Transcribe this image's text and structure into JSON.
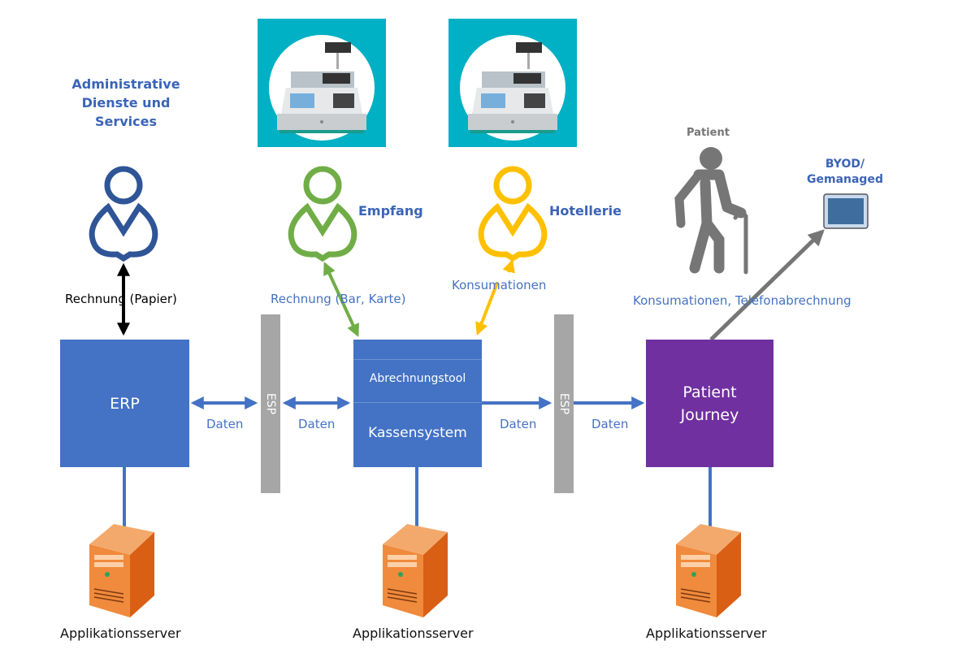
{
  "roles": {
    "admin": {
      "title_lines": [
        "Administrative",
        "Dienste und",
        "Services"
      ],
      "color": "#2f5597"
    },
    "empfang": {
      "title": "Empfang",
      "color": "#70ad47"
    },
    "hotellerie": {
      "title": "Hotellerie",
      "color": "#ffc000"
    },
    "patient": {
      "title": "Patient",
      "color": "#767676"
    },
    "byod": {
      "title_lines": [
        "BYOD/",
        "Gemanaged"
      ]
    }
  },
  "flows": {
    "admin_erp": "Rechnung (Papier)",
    "empfang_kasse": "Rechnung (Bar, Karte)",
    "hotellerie_kasse": "Konsumationen",
    "journey_byod": "Konsumationen, Telefonabrechnung",
    "erp_esp1": "Daten",
    "esp1_kasse": "Daten",
    "kasse_esp2": "Daten",
    "esp2_journey": "Daten"
  },
  "systems": {
    "erp": {
      "label": "ERP",
      "color": "#4472c4"
    },
    "kasse": {
      "top_label": "Abrechnungstool",
      "bottom_label": "Kassensystem",
      "color": "#4472c4"
    },
    "journey": {
      "label_lines": [
        "Patient",
        "Journey"
      ],
      "color": "#7030a0"
    }
  },
  "esp": {
    "label": "ESP"
  },
  "servers": [
    {
      "label": "Applikationsserver"
    },
    {
      "label": "Applikationsserver"
    },
    {
      "label": "Applikationsserver"
    }
  ],
  "colors": {
    "link_blue": "#4472c4",
    "esp_gray": "#a6a6a6",
    "server_orange": "#e8782b",
    "teal": "#00b0c4"
  }
}
